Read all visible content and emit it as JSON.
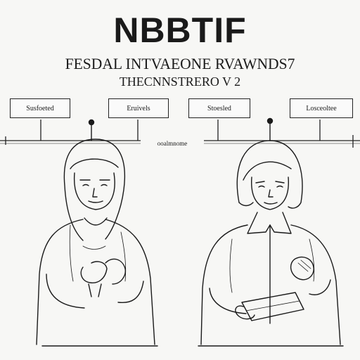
{
  "header": {
    "title": "NBBTIF",
    "subtitle_line1": "FESDAL INTVAEONE RVAWNDS7",
    "subtitle_line2": "THECNNSTRERO V 2"
  },
  "tags": [
    {
      "label": "Susfoeted"
    },
    {
      "label": "Eruivels"
    },
    {
      "label": "Stoesled"
    },
    {
      "label": "Losceoltee"
    }
  ],
  "timeline": {
    "label": "ooalmnome"
  },
  "colors": {
    "ink": "#1a1a1a",
    "paper": "#f7f7f5"
  }
}
